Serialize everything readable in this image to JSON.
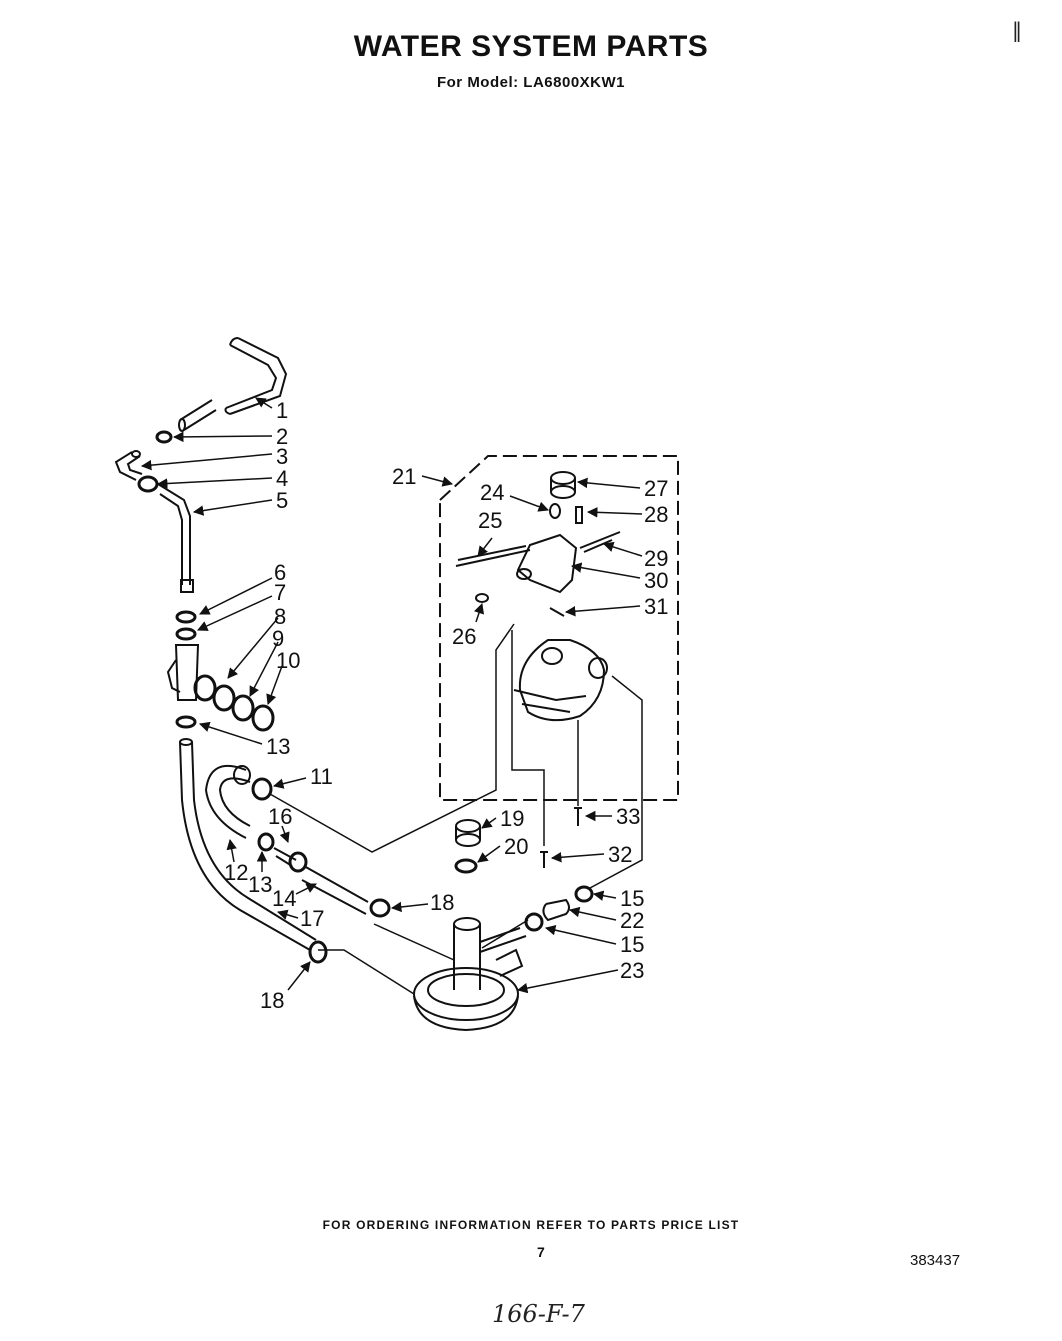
{
  "header": {
    "title": "WATER SYSTEM PARTS",
    "subtitle": "For Model: LA6800XKW1",
    "corner_mark": "‖"
  },
  "diagram": {
    "part_labels": [
      "1",
      "2",
      "3",
      "4",
      "5",
      "6",
      "7",
      "8",
      "9",
      "10",
      "13",
      "11",
      "16",
      "12",
      "13",
      "14",
      "17",
      "18",
      "18",
      "21",
      "24",
      "25",
      "26",
      "27",
      "28",
      "29",
      "30",
      "31",
      "33",
      "19",
      "20",
      "32",
      "15",
      "22",
      "15",
      "23"
    ]
  },
  "footer": {
    "note": "FOR ORDERING INFORMATION REFER TO PARTS PRICE LIST",
    "page_number": "7",
    "doc_number": "383437",
    "handwritten": "166-F-7"
  }
}
